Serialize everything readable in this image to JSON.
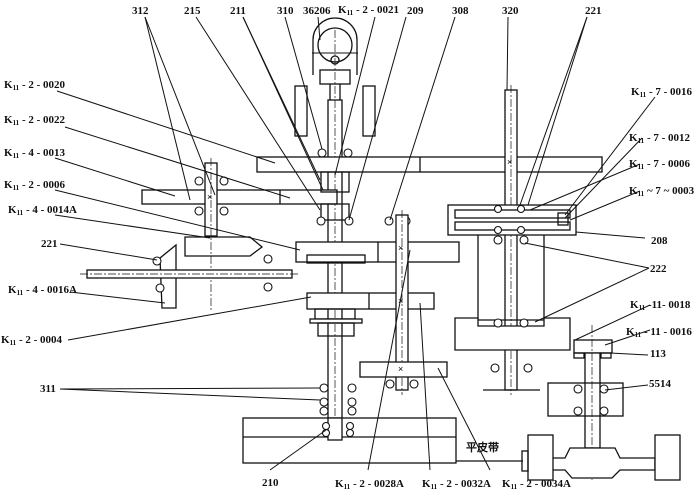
{
  "diagram": {
    "title": "Mechanical transmission assembly drawing",
    "labels": {
      "top": [
        {
          "id": "l312",
          "text": "312"
        },
        {
          "id": "l215",
          "text": "215"
        },
        {
          "id": "l211",
          "text": "211"
        },
        {
          "id": "l310",
          "text": "310"
        },
        {
          "id": "l36206",
          "text": "36206"
        },
        {
          "id": "lK2_0021",
          "prefix": "K",
          "sub": "11",
          "suffix": " - 2 - 0021"
        },
        {
          "id": "l209",
          "text": "209"
        },
        {
          "id": "l308",
          "text": "308"
        },
        {
          "id": "l320",
          "text": "320"
        },
        {
          "id": "l221top",
          "text": "221"
        }
      ],
      "left": [
        {
          "id": "lK2_0020",
          "prefix": "K",
          "sub": "11",
          "suffix": " - 2 - 0020"
        },
        {
          "id": "lK2_0022",
          "prefix": "K",
          "sub": "11",
          "suffix": " - 2 - 0022"
        },
        {
          "id": "lK4_0013",
          "prefix": "K",
          "sub": "11",
          "suffix": " - 4 - 0013"
        },
        {
          "id": "lK2_0006",
          "prefix": "K",
          "sub": "11",
          "suffix": " - 2 - 0006"
        },
        {
          "id": "lK4_0014A",
          "prefix": "K",
          "sub": "11",
          "suffix": " - 4 - 0014A"
        },
        {
          "id": "l221left",
          "text": "221"
        },
        {
          "id": "lK4_0016A",
          "prefix": "K",
          "sub": "11",
          "suffix": " - 4 - 0016A"
        },
        {
          "id": "lK2_0004",
          "prefix": "K",
          "sub": "11",
          "suffix": " - 2 - 0004"
        },
        {
          "id": "l311",
          "text": "311"
        }
      ],
      "right": [
        {
          "id": "lK7_0016",
          "prefix": "K",
          "sub": "11",
          "suffix": " - 7 - 0016"
        },
        {
          "id": "lK7_0012",
          "prefix": "K",
          "sub": "11",
          "suffix": " - 7 - 0012"
        },
        {
          "id": "lK7_0006",
          "prefix": "K",
          "sub": "11",
          "suffix": " - 7 - 0006"
        },
        {
          "id": "lK7_0003",
          "prefix": "K",
          "sub": "11",
          "suffix": " ~ 7 ~ 0003"
        },
        {
          "id": "l208",
          "text": "208"
        },
        {
          "id": "l222",
          "text": "222"
        },
        {
          "id": "lK11_0018",
          "prefix": "K",
          "sub": "11",
          "suffix": " -11- 0018"
        },
        {
          "id": "lK11_0016",
          "prefix": "K",
          "sub": "11",
          "suffix": " - 11 - 0016"
        },
        {
          "id": "l113",
          "text": "113"
        },
        {
          "id": "l5514",
          "text": "5514"
        }
      ],
      "bottom": [
        {
          "id": "l210",
          "text": "210"
        },
        {
          "id": "lK2_0028A",
          "prefix": "K",
          "sub": "11",
          "suffix": " - 2 - 0028A"
        },
        {
          "id": "lK2_0032A",
          "prefix": "K",
          "sub": "11",
          "suffix": " - 2 - 0032A"
        },
        {
          "id": "lK2_0034A",
          "prefix": "K",
          "sub": "11",
          "suffix": " - 2 - 0034A"
        },
        {
          "id": "lflatbelt",
          "text": "平皮带"
        }
      ]
    }
  }
}
